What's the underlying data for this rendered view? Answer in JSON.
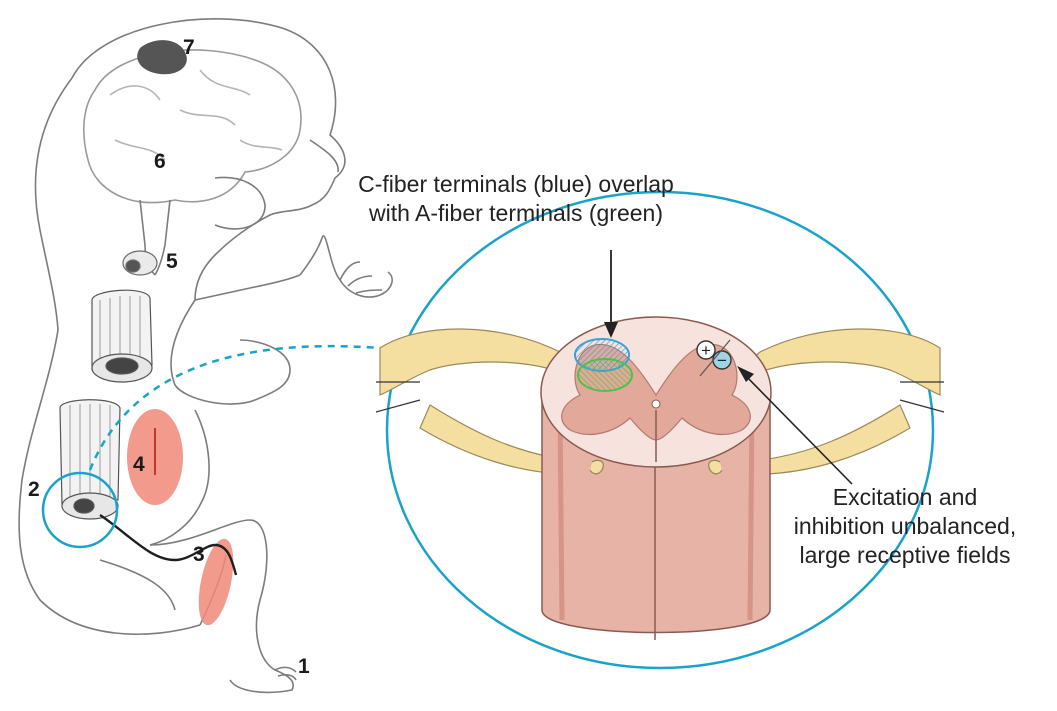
{
  "diagram": {
    "labels": {
      "n1": "1",
      "n2": "2",
      "n3": "3",
      "n4": "4",
      "n5": "5",
      "n6": "6",
      "n7": "7"
    },
    "caption_top": {
      "line1": "C-fiber terminals (blue) overlap",
      "line2": "with A-fiber terminals (green)"
    },
    "caption_right": {
      "line1": "Excitation and",
      "line2": "inhibition unbalanced,",
      "line3": "large receptive fields"
    },
    "symbols": {
      "plus": "+",
      "minus": "−"
    },
    "colors": {
      "highlight_circle": "#1aa3c8",
      "c_fiber_blue": "#3aa0d8",
      "a_fiber_green": "#4cc24a",
      "receptive_field": "#f08a78",
      "spinal_cord": "#e7b3a6",
      "gray_matter": "#d79a8e",
      "nerve_roots": "#f4dfa0"
    }
  }
}
